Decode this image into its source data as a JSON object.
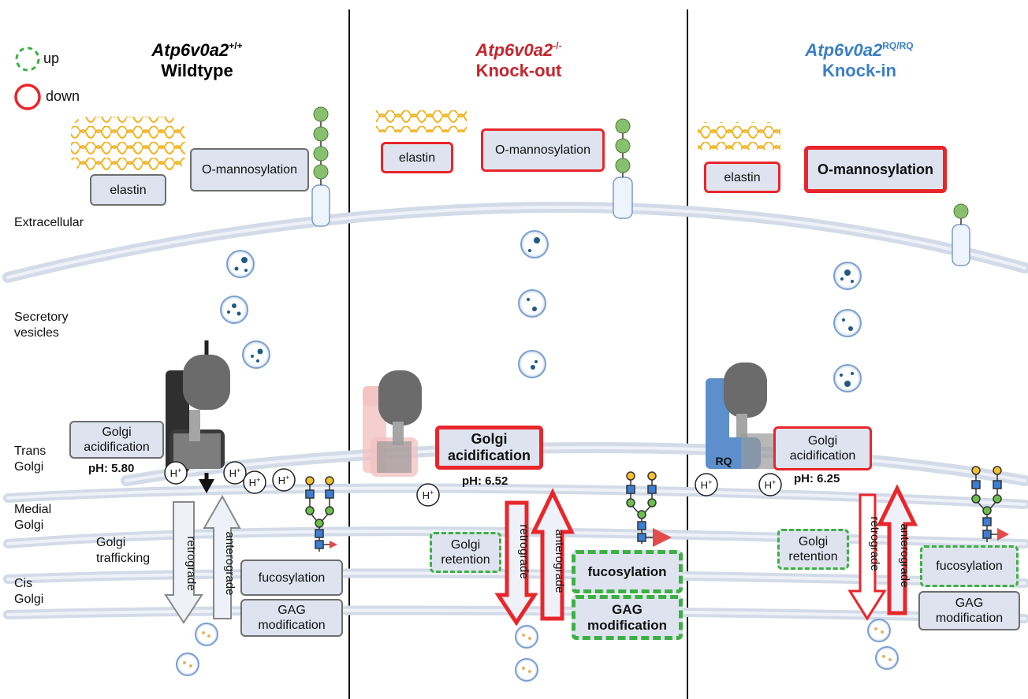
{
  "legend": {
    "up": "up",
    "down": "down",
    "colors": {
      "up": "#3cb043",
      "down": "#e8262b"
    }
  },
  "compartments": {
    "extracellular": "Extracellular",
    "secretory_vesicles": "Secretory vesicles",
    "trans_golgi": "Trans Golgi",
    "medial_golgi": "Medial Golgi",
    "golgi_trafficking": "Golgi trafficking",
    "cis_golgi": "Cis Golgi"
  },
  "panels": [
    {
      "gene": "Atp6v0a2",
      "genotype": "+/+",
      "condition": "Wildtype",
      "title_color": "#000000",
      "elastin": "elastin",
      "o_mannosylation": "O-mannosylation",
      "golgi_acidification": "Golgi acidification",
      "ph": "pH: 5.80",
      "retrograde": "retrograde",
      "anterograde": "anterograde",
      "fucosylation": "fucosylation",
      "gag_modification": "GAG modification",
      "proton": "H+"
    },
    {
      "gene": "Atp6v0a2",
      "genotype": "-/-",
      "condition": "Knock-out",
      "title_color": "#c4262e",
      "elastin": "elastin",
      "o_mannosylation": "O-mannosylation",
      "golgi_acidification": "Golgi acidification",
      "ph": "pH: 6.52",
      "retrograde": "retrograde",
      "anterograde": "anterograde",
      "golgi_retention": "Golgi retention",
      "fucosylation": "fucosylation",
      "gag_modification": "GAG modification",
      "proton": "H+"
    },
    {
      "gene": "Atp6v0a2",
      "genotype": "RQ/RQ",
      "condition": "Knock-in",
      "title_color": "#3b7fc4",
      "elastin": "elastin",
      "o_mannosylation": "O-mannosylation",
      "golgi_acidification": "Golgi acidification",
      "ph": "pH: 6.25",
      "retrograde": "retrograde",
      "anterograde": "anterograde",
      "golgi_retention": "Golgi retention",
      "fucosylation": "fucosylation",
      "gag_modification": "GAG modification",
      "proton": "H+",
      "mutation_label": "RQ"
    }
  ]
}
